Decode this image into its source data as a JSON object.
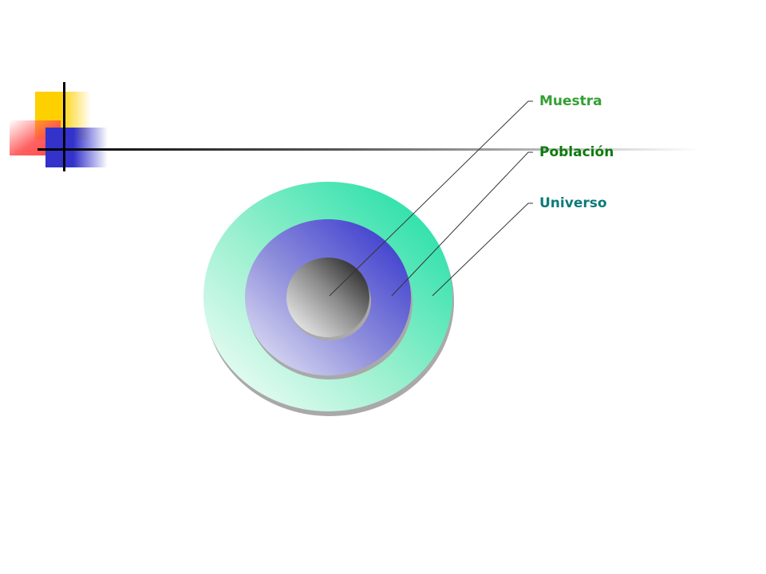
{
  "labels": {
    "muestra": "Muestra",
    "poblacion": "Población",
    "universo": "Universo"
  },
  "colors": {
    "muestra_text": "#33a033",
    "poblacion_text": "#0e7a0e",
    "universo_text": "#0e7a7a",
    "universo_ring": "#22e0a8",
    "poblacion_ring": "#3838cc",
    "muestra_core": "#222222",
    "accent_yellow": "#ffd000",
    "accent_red": "#ff4040",
    "accent_blue": "#3333cc"
  },
  "icons": {
    "corner_decoration": "overlapping-squares-decoration"
  }
}
